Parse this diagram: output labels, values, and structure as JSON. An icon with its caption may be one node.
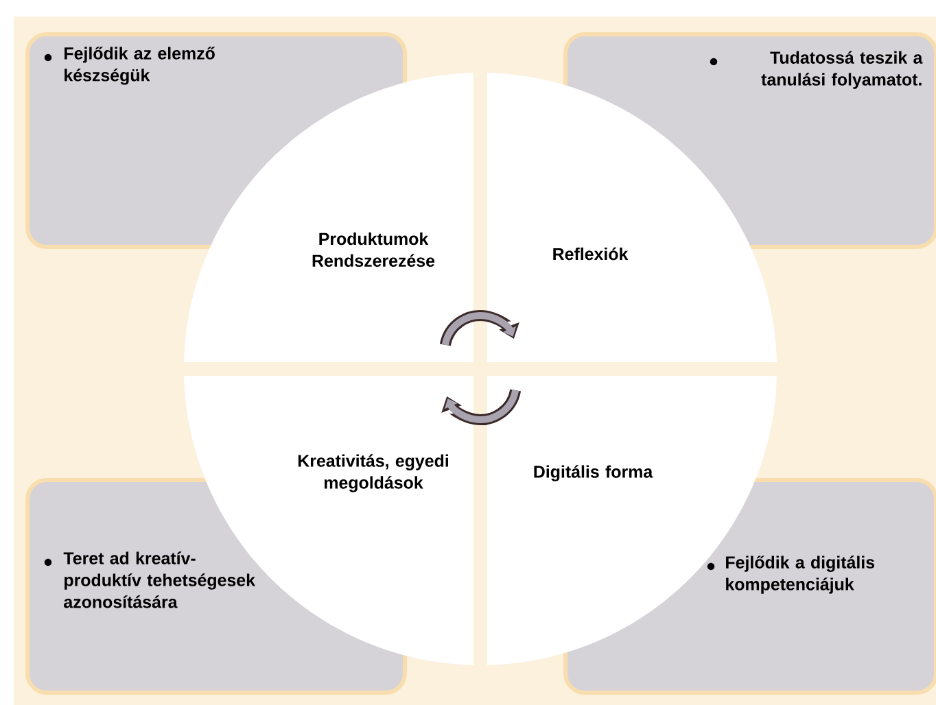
{
  "diagram": {
    "nodes": [
      {
        "text": [
          "Fejlődik az elemző készségük"
        ]
      },
      {
        "text": [
          "Tudatossá teszik a tanulási folyamatot."
        ]
      },
      {
        "text": [
          "Produktumok Rendszerezése"
        ]
      },
      {
        "text": [
          "Reflexiók"
        ]
      },
      {
        "text": [
          "Kreativitás, egyedi megoldások"
        ]
      },
      {
        "text": [
          "Digitális forma"
        ]
      },
      {
        "text": [
          "Teret ad kreatív-produktív tehetségesek azonosítására"
        ]
      },
      {
        "text": [
          "Fejlődik a digitális kompetenciájuk"
        ]
      }
    ],
    "edges": [
      {
        "from": 2,
        "to": 3,
        "arrow": "to"
      },
      {
        "from": 5,
        "to": 4,
        "arrow": "to"
      }
    ]
  }
}
